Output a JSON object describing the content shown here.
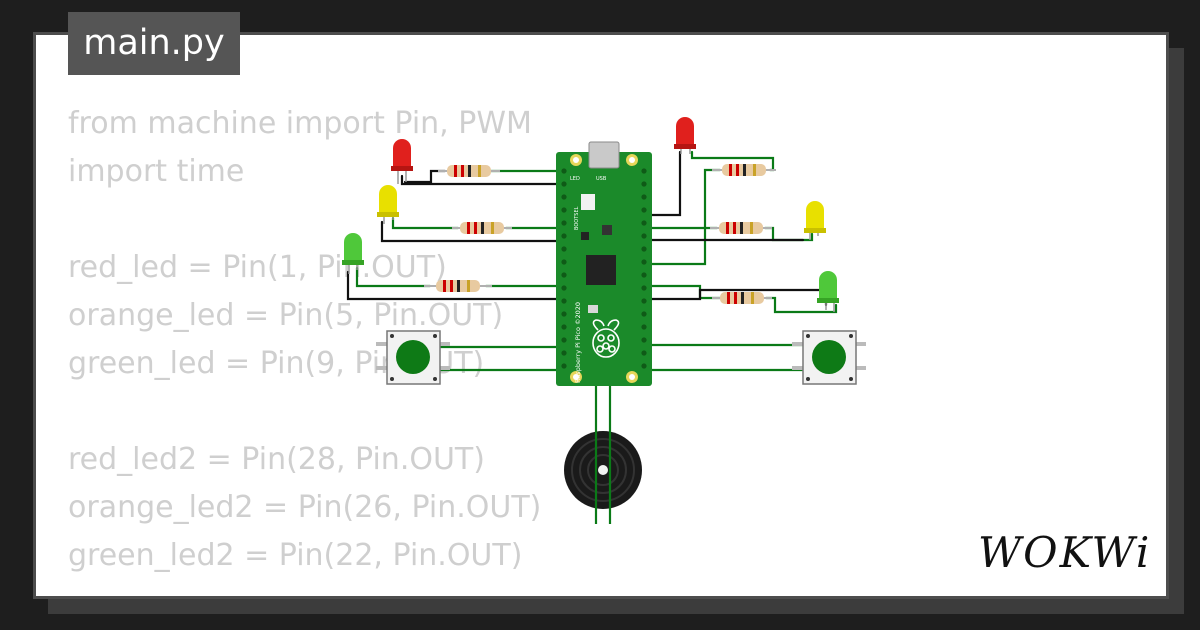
{
  "file_tab": {
    "label": "main.py"
  },
  "code_lines": [
    "from machine import Pin, PWM",
    "import time",
    "",
    "red_led = Pin(1, Pin.OUT)",
    "orange_led = Pin(5, Pin.OUT)",
    "green_led = Pin(9, Pin.OUT)",
    "",
    "red_led2 = Pin(28, Pin.OUT)",
    "orange_led2 = Pin(26, Pin.OUT)",
    "green_led2 = Pin(22, Pin.OUT)"
  ],
  "board": {
    "name": "Raspberry Pi Pico ©2020",
    "usb_label": "USB",
    "led_label": "LED",
    "bootsel_label": "BOOTSEL"
  },
  "brand": "WOKWi",
  "colors": {
    "board_green": "#1b8a2a",
    "wire_green": "#0a7a17",
    "led_red": "#e0201d",
    "led_yellow": "#e8e000",
    "led_green": "#4fc83a",
    "button_green": "#0e7a16"
  },
  "icons": {
    "leds": [
      "red-led-icon",
      "yellow-led-icon",
      "green-led-icon",
      "red-led-icon",
      "yellow-led-icon",
      "green-led-icon"
    ],
    "buttons": [
      "pushbutton-icon",
      "pushbutton-icon"
    ],
    "buzzer": "buzzer-icon",
    "logo": "raspberry-pi-logo-icon"
  }
}
